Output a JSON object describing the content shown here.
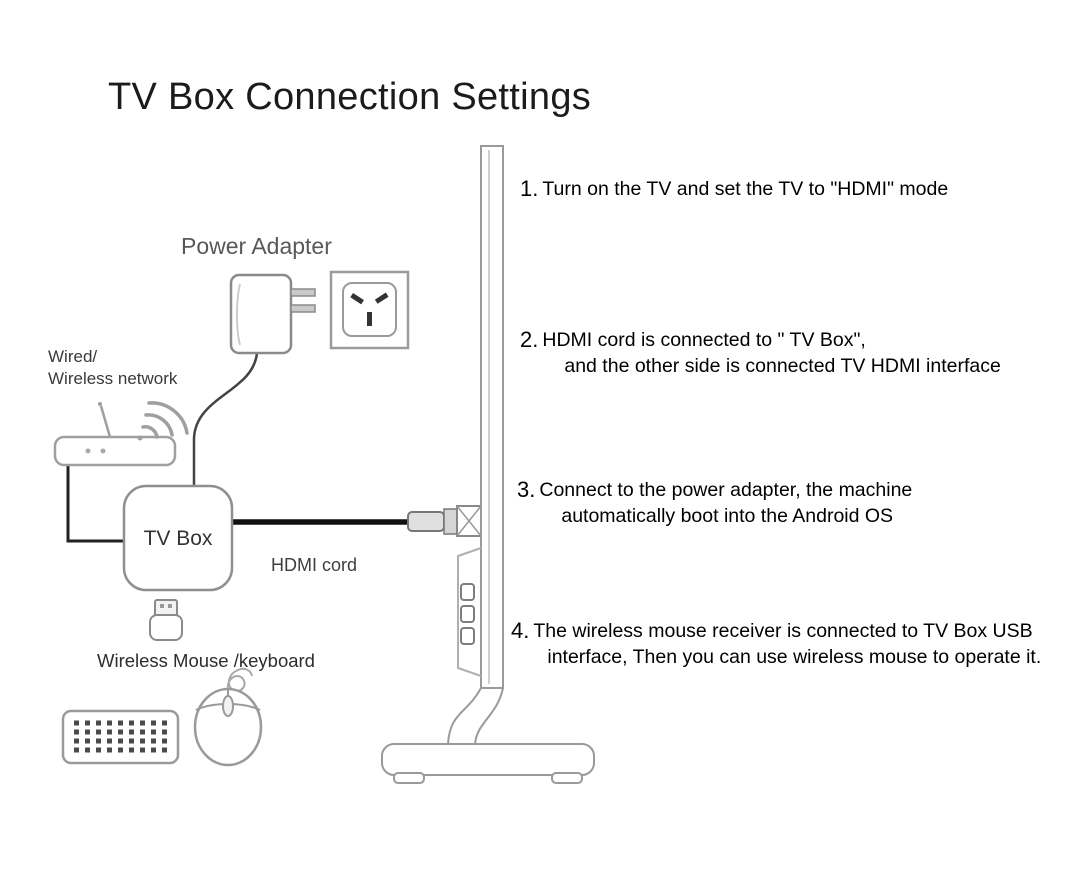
{
  "title": "TV Box Connection Settings",
  "labels": {
    "power_adapter": "Power Adapter",
    "network_line1": "Wired/",
    "network_line2": "Wireless network",
    "tv_box": "TV Box",
    "hdmi_cord": "HDMI cord",
    "wireless_mouse_keyboard": "Wireless Mouse /keyboard"
  },
  "instructions": [
    {
      "number": "1.",
      "lines": [
        "Turn on the TV and set the TV to \"HDMI\" mode"
      ]
    },
    {
      "number": "2.",
      "lines": [
        "HDMI cord is connected to \" TV Box\",",
        "and the other side is connected TV HDMI interface"
      ]
    },
    {
      "number": "3.",
      "lines": [
        "Connect to the power adapter, the machine",
        "automatically boot into the Android OS"
      ]
    },
    {
      "number": "4.",
      "lines": [
        "The wireless mouse receiver is connected to TV Box USB",
        "interface, Then you can use wireless mouse to operate it."
      ]
    }
  ],
  "icons": {
    "router": "wifi-router-icon",
    "power_adapter": "power-adapter-icon",
    "wall_socket": "wall-socket-icon",
    "tv": "tv-side-view-icon",
    "usb_dongle": "usb-dongle-icon",
    "keyboard": "keyboard-icon",
    "mouse": "mouse-icon",
    "hdmi_plug": "hdmi-plug-icon"
  },
  "colors": {
    "background": "#ffffff",
    "text": "#000000",
    "muted_text": "#585858",
    "outline": "#9a9a9a",
    "cable": "#1a1a1a"
  }
}
